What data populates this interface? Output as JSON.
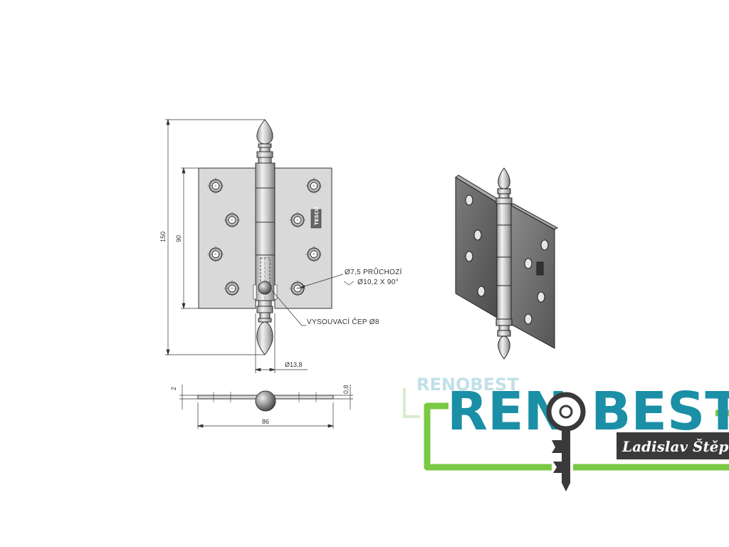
{
  "drawing": {
    "dim_total_height": "150",
    "dim_leaf_height": "90",
    "dim_barrel_diameter": "Ø13,8",
    "dim_leaf_width": "86",
    "dim_thickness": "2",
    "dim_thin": "0,8",
    "note_hole_through": "Ø7,5 PRŮCHOZÍ",
    "note_countersink": "Ø10,2 X 90°",
    "note_pin": "VYSOUVACÍ ČEP Ø8",
    "stamp_text": "TESCO"
  },
  "logo": {
    "brand_left": "REN",
    "brand_right": "BEST",
    "ghost_text": "RENOBEST",
    "owner_name": "Ladislav Štěpán"
  },
  "colors": {
    "line": "#333333",
    "metal": "#d9d9d9",
    "metal_dark": "#6a6a6a",
    "brand_teal": "#1a8fa6",
    "brand_green": "#7ac943",
    "label_dark": "#3a3a3a"
  }
}
